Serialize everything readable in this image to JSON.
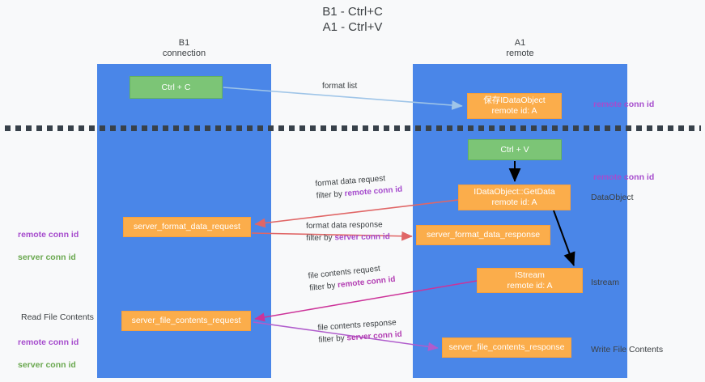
{
  "diagram": {
    "title": "B1 - Ctrl+C\nA1 - Ctrl+V",
    "lanes": [
      {
        "id": "b1",
        "heading": "B1\nconnection",
        "color": "#4a86e8"
      },
      {
        "id": "a1",
        "heading": "A1\nremote",
        "color": "#4a86e8"
      }
    ],
    "divider": {
      "style": "dashed",
      "color": "#38414a"
    },
    "nodes": {
      "ctrl_c": "Ctrl + C",
      "save_idataobject": "保存IDataObject\nremote id: A",
      "ctrl_v": "Ctrl + V",
      "idataobject_getdata": "IDataObject::GetData\nremote id: A",
      "server_format_data_request": "server_format_data_request",
      "server_format_data_response": "server_format_data_response",
      "istream": "IStream\nremote id: A",
      "server_file_contents_request": "server_file_contents_request",
      "server_file_contents_response": "server_file_contents_response"
    },
    "edge_labels": {
      "format_list": "format list",
      "format_data_request": "format data request",
      "format_data_request_filter_prefix": "filter by ",
      "format_data_request_filter_key": "remote conn id",
      "format_data_response": "format data response",
      "format_data_response_filter_prefix": "filter by ",
      "format_data_response_filter_key": "server conn id",
      "file_contents_request": "file contents request",
      "file_contents_request_filter_prefix": "filter by ",
      "file_contents_request_filter_key": "remote conn id",
      "file_contents_response": "file contents response",
      "file_contents_response_filter_prefix": "filter by ",
      "file_contents_response_filter_key": "server conn id"
    },
    "annotations": {
      "right_remote_conn_id_top": "remote conn id",
      "right_remote_conn_id_mid": "remote conn id",
      "right_dataobject": "DataObject",
      "right_istream": "Istream",
      "right_write_file_contents": "Write File Contents",
      "left_remote_conn_id": "remote conn id",
      "left_server_conn_id": "server conn id",
      "left_read_file_contents": "Read File Contents",
      "left_remote_conn_id_2": "remote conn id",
      "left_server_conn_id_2": "server conn id"
    },
    "colors": {
      "lane": "#4a86e8",
      "green_node": "#7cc576",
      "orange_node": "#fbad4b",
      "arrow_light_blue": "#9fc5e8",
      "arrow_black": "#000000",
      "arrow_red": "#e06666",
      "arrow_magenta": "#cc3399",
      "arrow_purple": "#a64ccd",
      "highlight_purple": "#a64ccd",
      "highlight_green": "#6aa84f",
      "text": "#3c4043",
      "background": "#f8f9fa"
    }
  }
}
